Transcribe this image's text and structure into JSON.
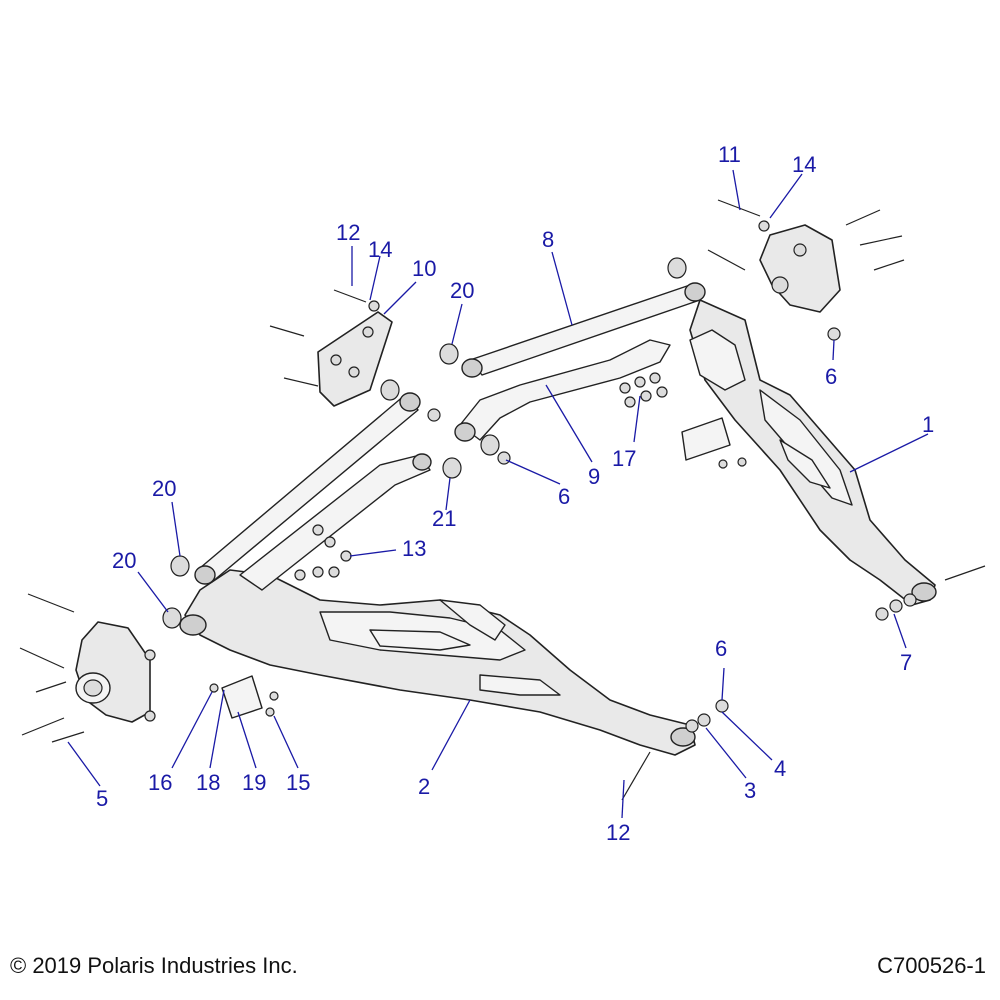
{
  "footer": {
    "copyright": "© 2019 Polaris Industries Inc.",
    "diagram_id": "C700526-1"
  },
  "callouts": [
    {
      "id": "c1",
      "label": "1"
    },
    {
      "id": "c2",
      "label": "2"
    },
    {
      "id": "c3",
      "label": "3"
    },
    {
      "id": "c4",
      "label": "4"
    },
    {
      "id": "c5",
      "label": "5"
    },
    {
      "id": "c6a",
      "label": "6"
    },
    {
      "id": "c6b",
      "label": "6"
    },
    {
      "id": "c6c",
      "label": "6"
    },
    {
      "id": "c7",
      "label": "7"
    },
    {
      "id": "c8",
      "label": "8"
    },
    {
      "id": "c9",
      "label": "9"
    },
    {
      "id": "c10",
      "label": "10"
    },
    {
      "id": "c11",
      "label": "11"
    },
    {
      "id": "c12a",
      "label": "12"
    },
    {
      "id": "c12b",
      "label": "12"
    },
    {
      "id": "c13",
      "label": "13"
    },
    {
      "id": "c14a",
      "label": "14"
    },
    {
      "id": "c14b",
      "label": "14"
    },
    {
      "id": "c15",
      "label": "15"
    },
    {
      "id": "c16",
      "label": "16"
    },
    {
      "id": "c17",
      "label": "17"
    },
    {
      "id": "c18",
      "label": "18"
    },
    {
      "id": "c19",
      "label": "19"
    },
    {
      "id": "c20a",
      "label": "20"
    },
    {
      "id": "c20b",
      "label": "20"
    },
    {
      "id": "c20c",
      "label": "20"
    },
    {
      "id": "c21",
      "label": "21"
    }
  ]
}
